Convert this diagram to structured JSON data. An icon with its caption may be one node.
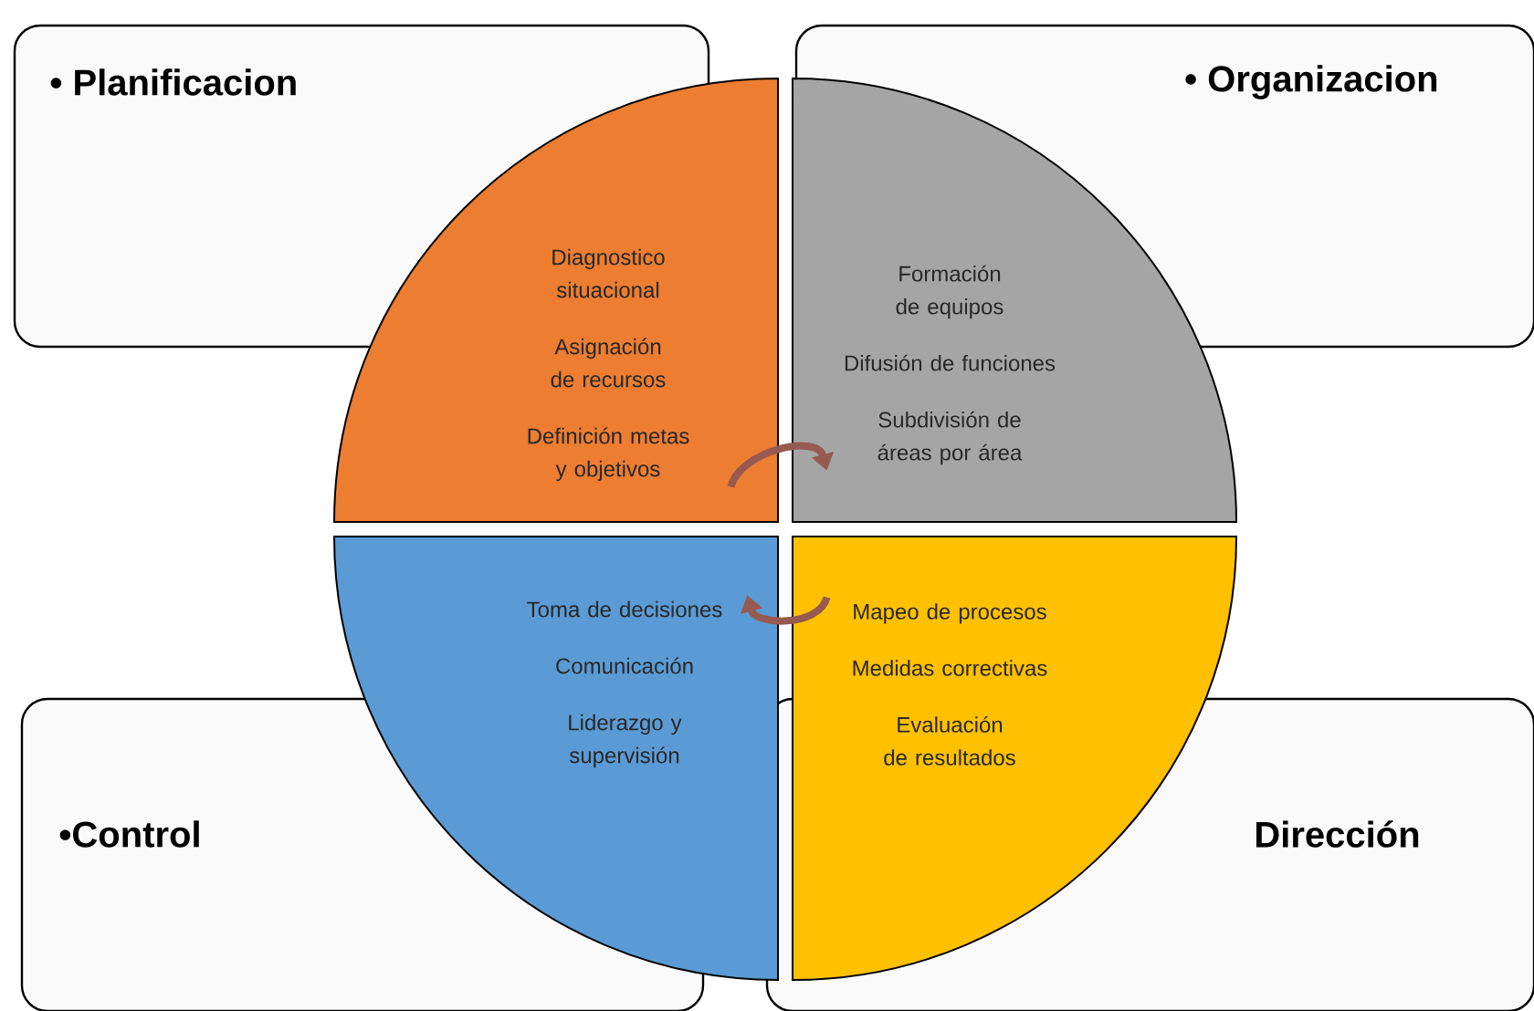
{
  "diagram": {
    "nodes": [
      {
        "text": [
          "• Planificacion"
        ]
      },
      {
        "text": [
          "• Organizacion"
        ]
      },
      {
        "text": [
          "Diagnostico situacional",
          "Asignación de recursos",
          "Definición metas y objetivos"
        ]
      },
      {
        "text": [
          "Formación de equipos",
          "Difusión de funciones",
          "Subdivisión de áreas por área"
        ]
      },
      {
        "text": [
          "Toma de decisiones",
          "Comunicación",
          "Liderazgo y supervisión"
        ]
      },
      {
        "text": [
          "Mapeo de procesos",
          "Medidas correctivas",
          "Evaluación de resultados"
        ]
      },
      {
        "text": [
          "•Control"
        ]
      },
      {
        "text": [
          "Dirección"
        ]
      }
    ],
    "edges": [
      {
        "from": 2,
        "to": 3,
        "arrow": "to"
      },
      {
        "from": 5,
        "to": 4,
        "arrow": "to"
      }
    ]
  }
}
